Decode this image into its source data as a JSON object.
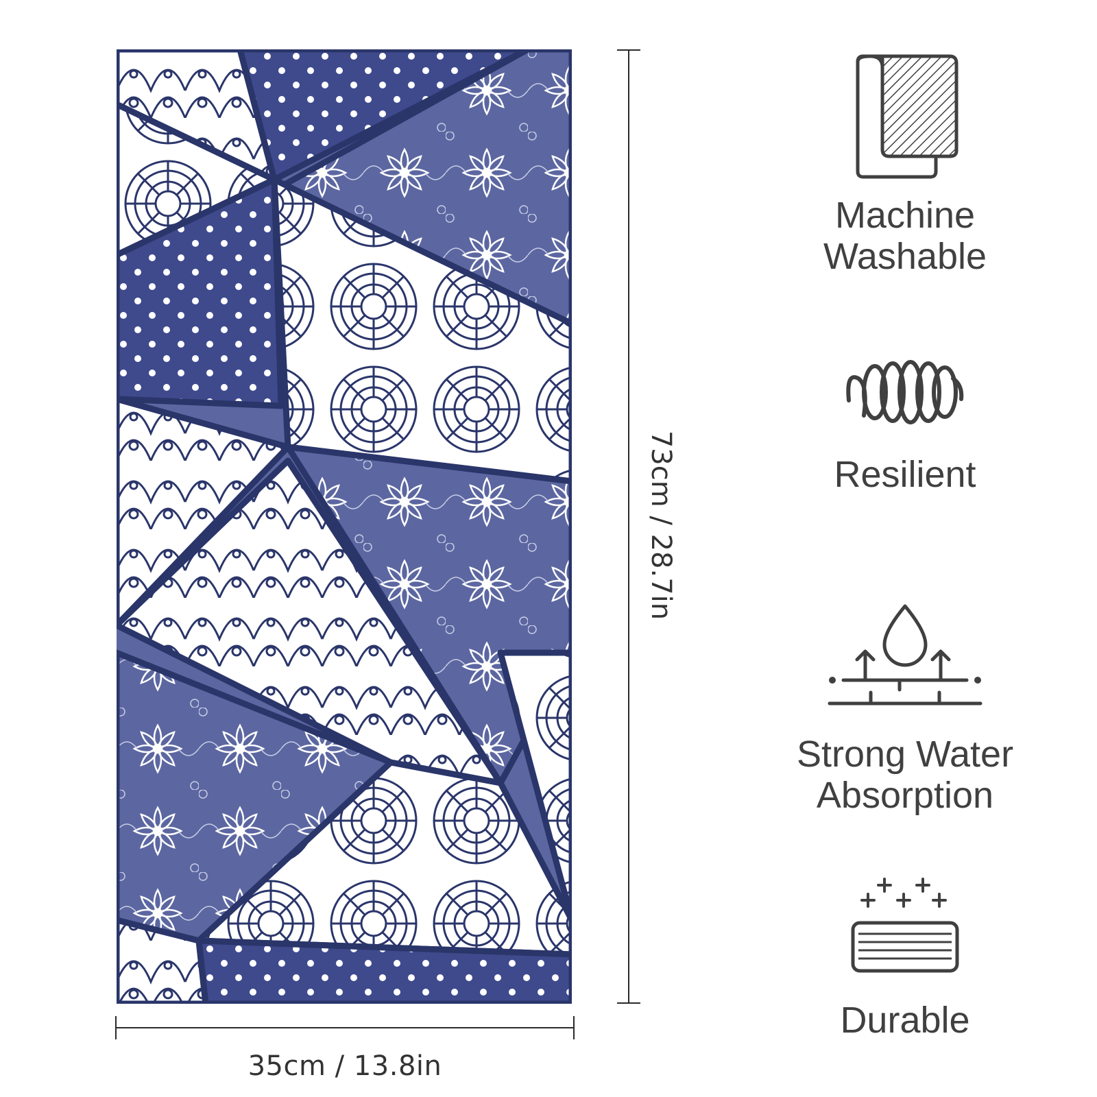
{
  "product": {
    "image_alt": "Blue and white mandala patchwork towel",
    "colors": {
      "navy": "#2a356a",
      "periwinkle": "#5c67a1",
      "deep_blue": "#3f4a8d",
      "white": "#ffffff",
      "icon_gray": "#404040"
    }
  },
  "dimensions": {
    "width_label": "35cm / 13.8in",
    "height_label": "73cm / 28.7in"
  },
  "features": [
    {
      "icon": "machine-washable-icon",
      "label": "Machine\nWashable"
    },
    {
      "icon": "coil-spring-icon",
      "label": "Resilient"
    },
    {
      "icon": "water-drop-absorption-icon",
      "label": "Strong Water\nAbsorption"
    },
    {
      "icon": "sparkle-fabric-icon",
      "label": "Durable"
    }
  ]
}
